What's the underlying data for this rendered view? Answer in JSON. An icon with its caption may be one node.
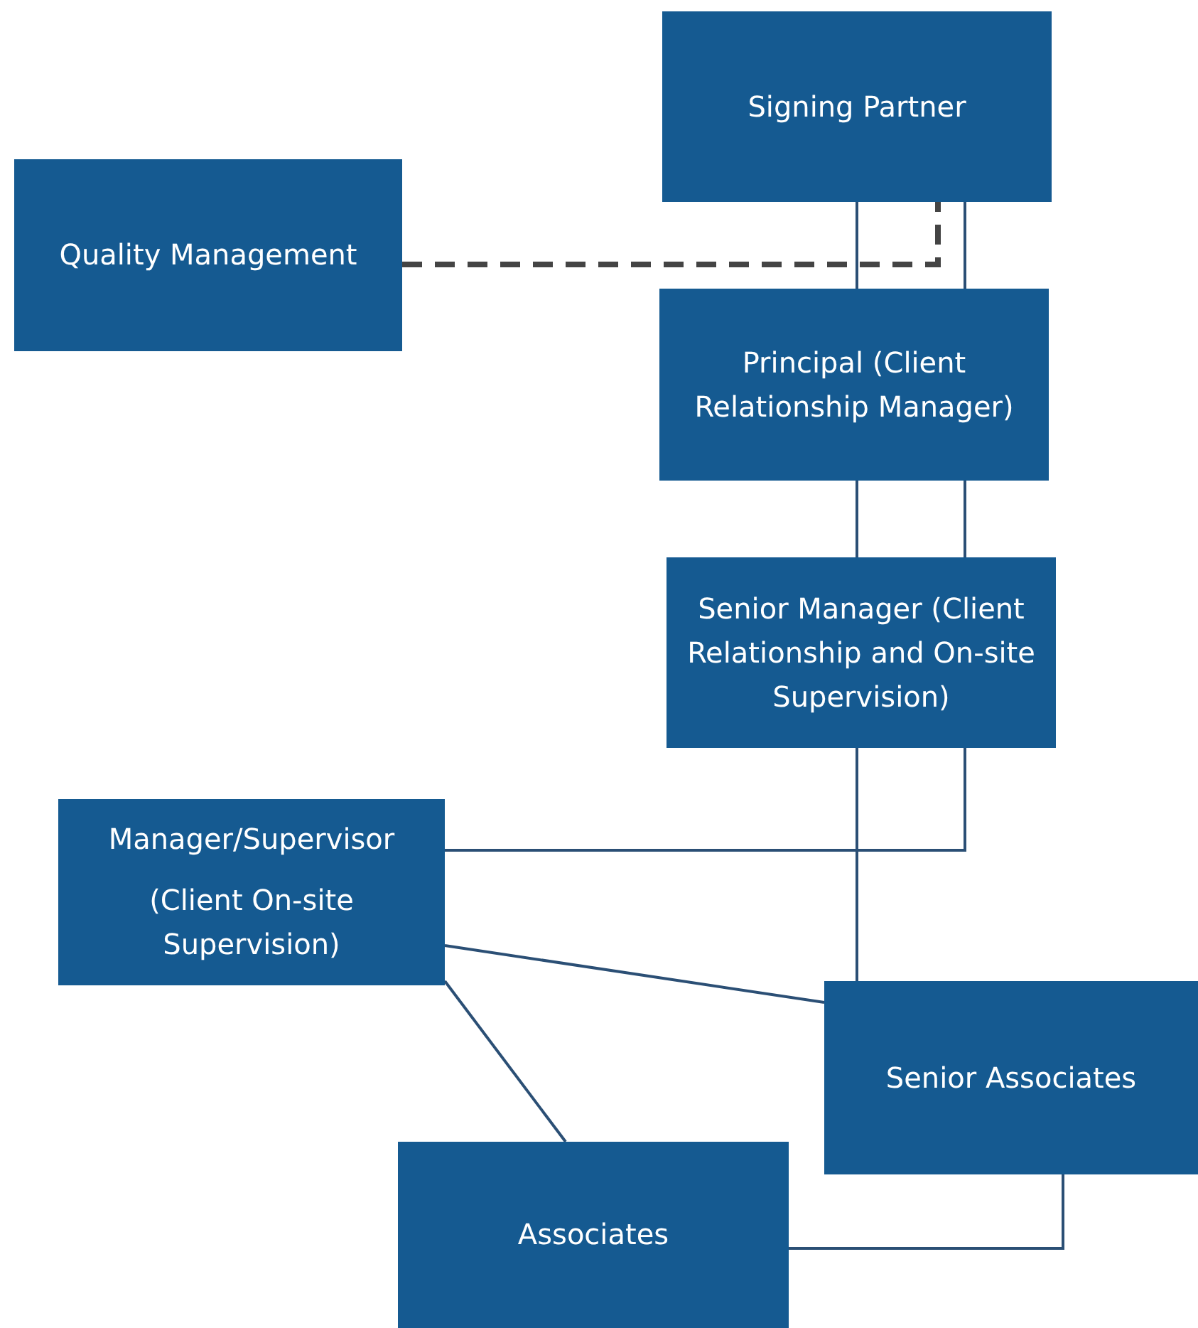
{
  "diagram": {
    "nodes": [
      {
        "text": [
          "Signing Partner"
        ]
      },
      {
        "text": [
          "Quality Management"
        ]
      },
      {
        "text": [
          "Principal (Client Relationship Manager)"
        ]
      },
      {
        "text": [
          "Senior Manager (Client Relationship and On-site Supervision)"
        ]
      },
      {
        "text": [
          "Manager/Supervisor",
          "(Client On-site Supervision)"
        ]
      },
      {
        "text": [
          "Senior Associates"
        ]
      },
      {
        "text": [
          "Associates"
        ]
      }
    ],
    "edges": [
      {
        "from": 0,
        "to": 2,
        "arrow": "none"
      },
      {
        "from": 0,
        "to": 2,
        "arrow": "none"
      },
      {
        "from": 1,
        "to": 0,
        "arrow": "none",
        "style": "dashed"
      },
      {
        "from": 2,
        "to": 3,
        "arrow": "none"
      },
      {
        "from": 2,
        "to": 3,
        "arrow": "none"
      },
      {
        "from": 3,
        "to": 5,
        "arrow": "none"
      },
      {
        "from": 3,
        "to": 4,
        "arrow": "none"
      },
      {
        "from": 4,
        "to": 5,
        "arrow": "none"
      },
      {
        "from": 4,
        "to": 6,
        "arrow": "none"
      },
      {
        "from": 6,
        "to": 5,
        "arrow": "none"
      }
    ]
  }
}
